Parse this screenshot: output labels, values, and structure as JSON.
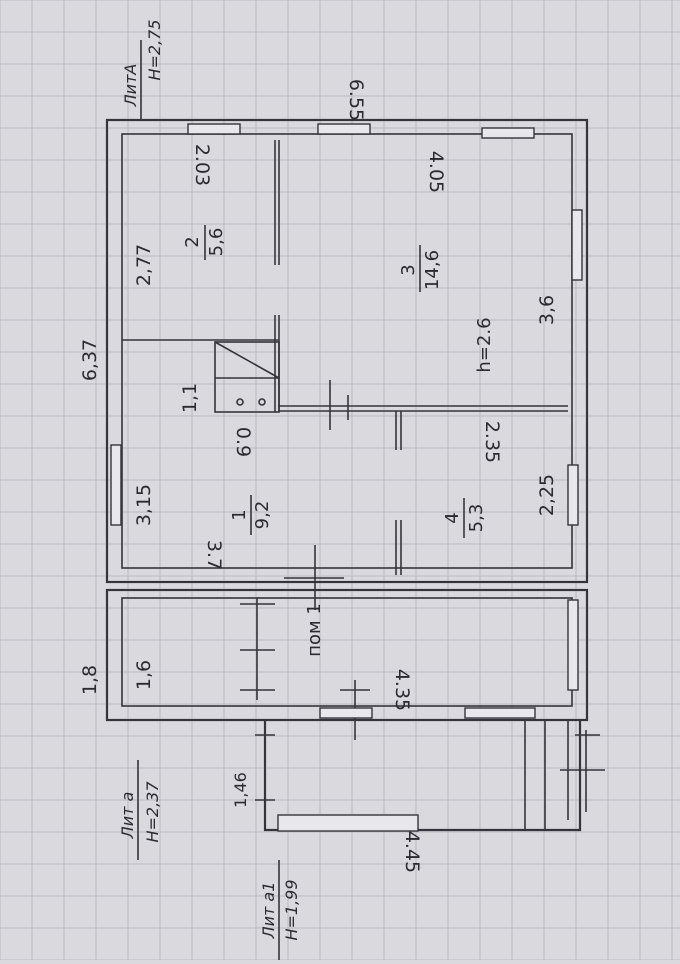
{
  "titles": {
    "lit_a_main": "ЛитА",
    "lit_a_main_h": "H=2,75",
    "lit_a": "Лит а",
    "lit_a_h": "H=2,37",
    "lit_a1": "Лит а1",
    "lit_a1_h": "H=1,99"
  },
  "dimensions": {
    "overall_top": "6.55",
    "overall_left": "6,37",
    "left_annex": "1,8",
    "room2_width": "2.03",
    "room2_len": "2,77",
    "room3_width": "4.05",
    "room3_len": "3,6",
    "stair_len": "1,1",
    "room1_len": "3,15",
    "room1_width": "3.7",
    "room4_width": "2.35",
    "room4_len": "2,25",
    "pom1_len": "1,6",
    "pom1_width": "4.35",
    "porch_side": "1,46",
    "porch_width": "4.45",
    "small_09": "0.9"
  },
  "rooms": {
    "r1_num": "1",
    "r1_area": "9,2",
    "r2_num": "2",
    "r2_area": "5,6",
    "r3_num": "3",
    "r3_area": "14,6",
    "r4_num": "4",
    "r4_area": "5,3",
    "height": "h=2.6",
    "pom1": "пом 1"
  }
}
